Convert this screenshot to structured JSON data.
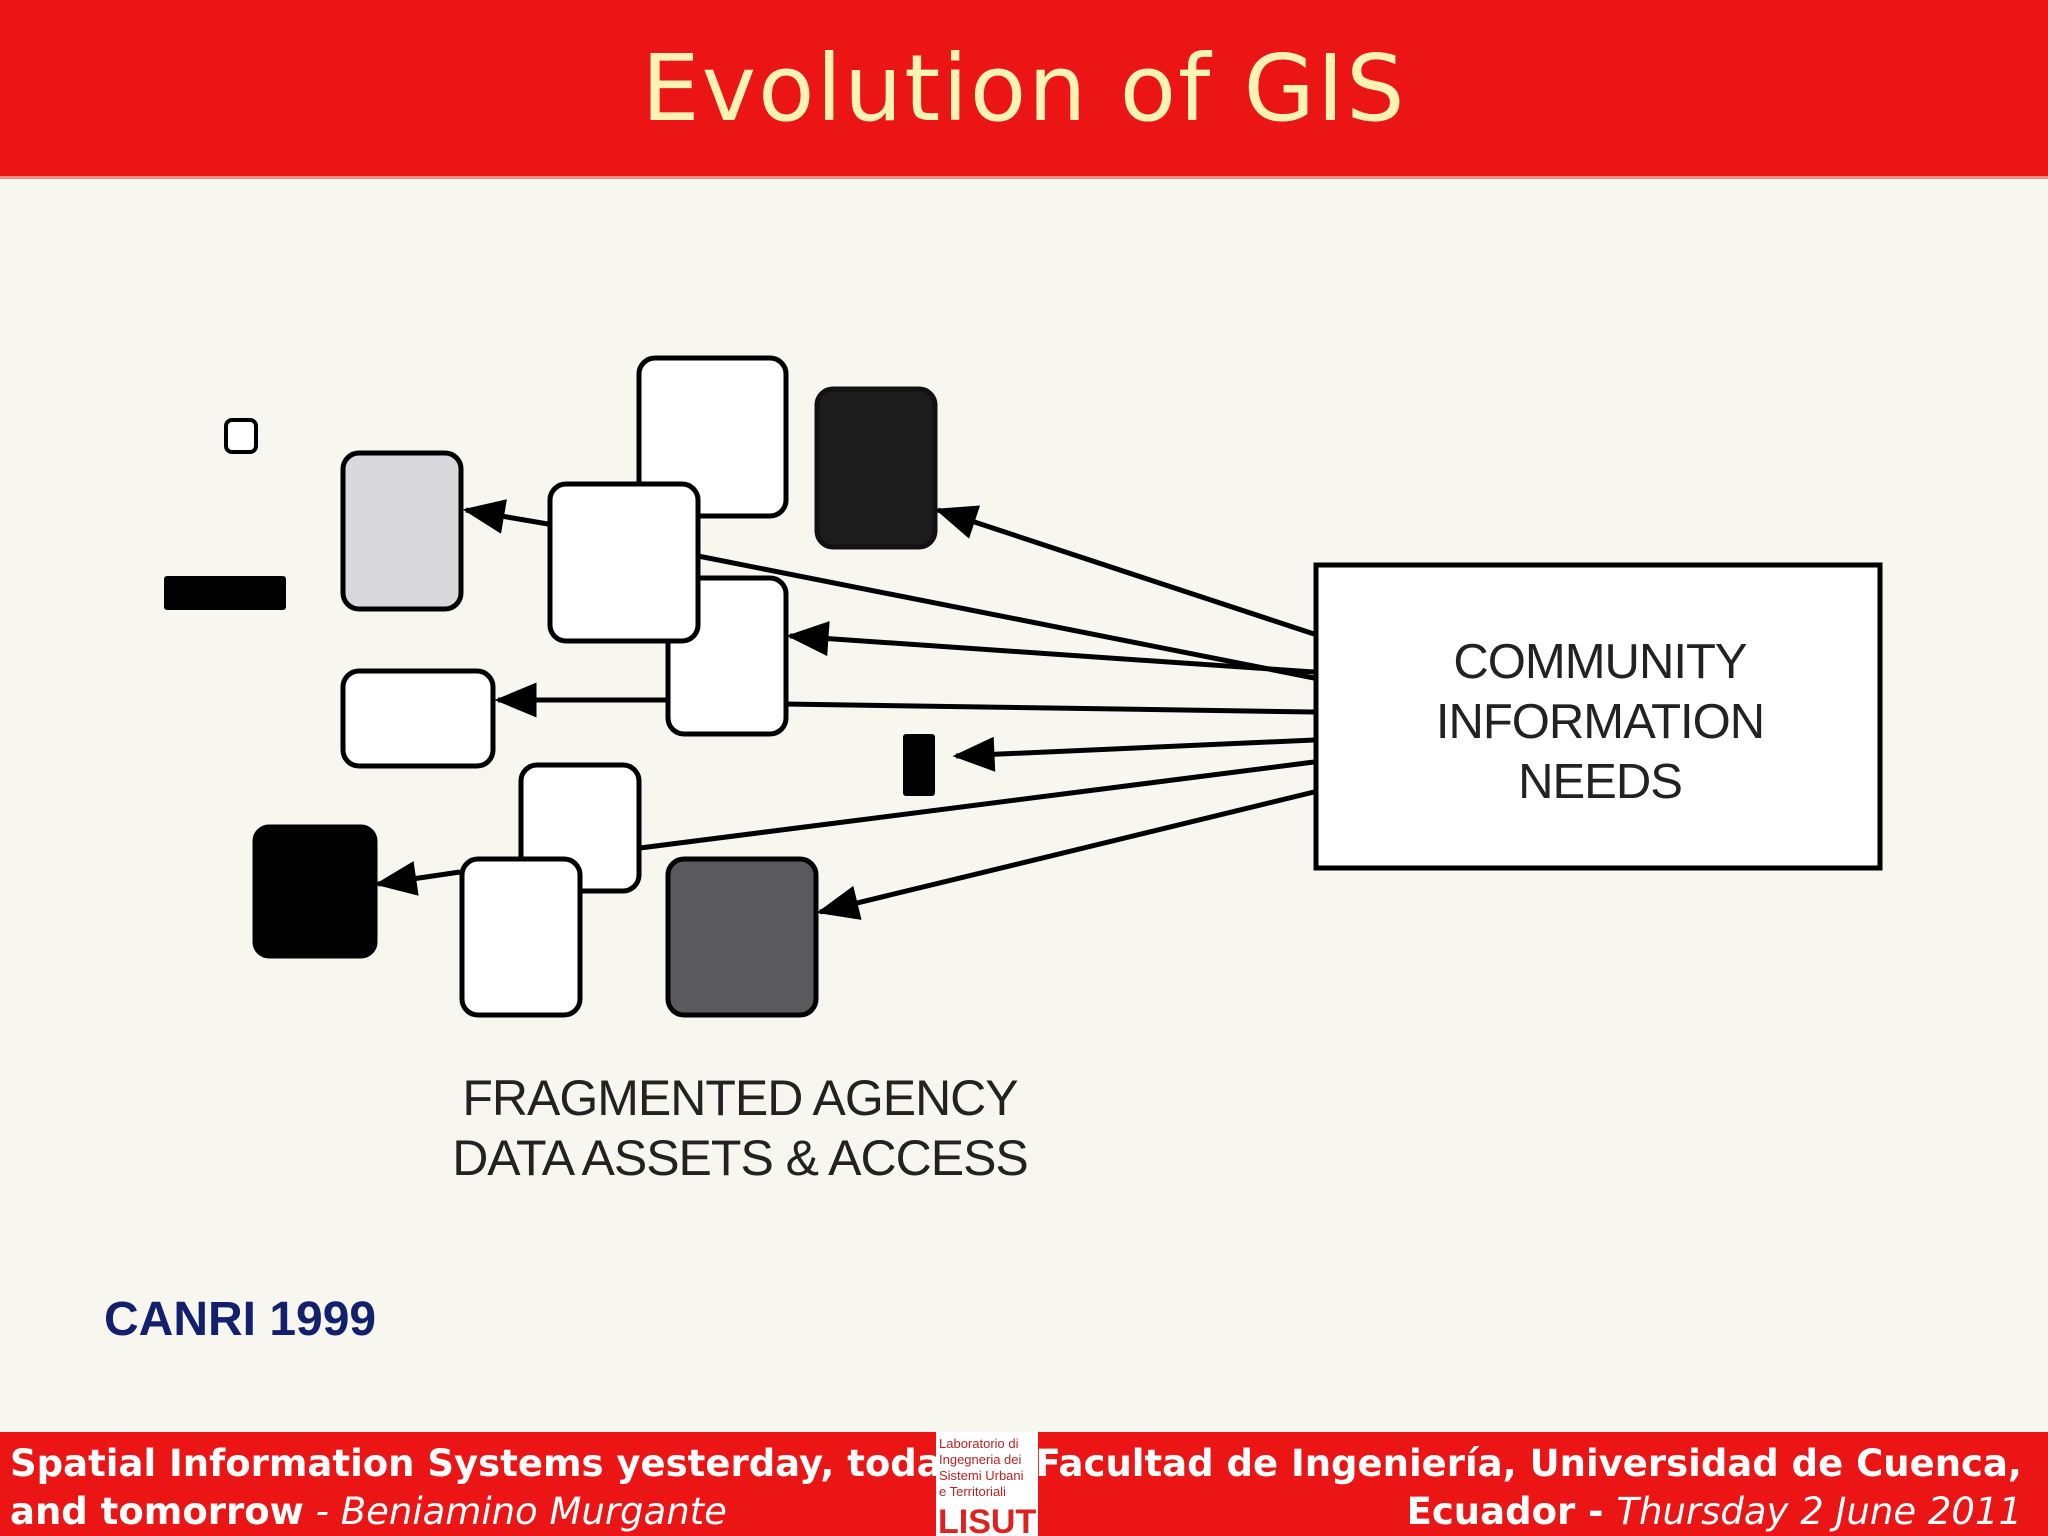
{
  "slide": {
    "title": "Evolution of GIS",
    "hub_label": [
      "COMMUNITY",
      "INFORMATION",
      "NEEDS"
    ],
    "caption": [
      "FRAGMENTED AGENCY",
      "DATA ASSETS & ACCESS"
    ],
    "source": "CANRI 1999"
  },
  "footer": {
    "left_line1": "Spatial Information Systems yesterday, today",
    "left_line2_bold": "and tomorrow",
    "left_line2_sep": " - ",
    "left_line2_italic": "Beniamino Murgante",
    "right_line1": "Facultad de Ingeniería, Universidad de Cuenca,",
    "right_line2_bold": "Ecuador -",
    "right_line2_italic": "Thursday 2 June 2011",
    "logo_text": [
      "Laboratorio di",
      "Ingegneria dei",
      "Sistemi Urbani",
      "e Territoriali"
    ],
    "logo_mark": "LISUT"
  },
  "colors": {
    "banner_red": "#ec1515",
    "title_text": "#fbf3b4",
    "source_text": "#12206e",
    "box_light_gray": "#d9d9dd",
    "box_dark_gray": "#5a5a5c",
    "box_black": "#000000"
  }
}
